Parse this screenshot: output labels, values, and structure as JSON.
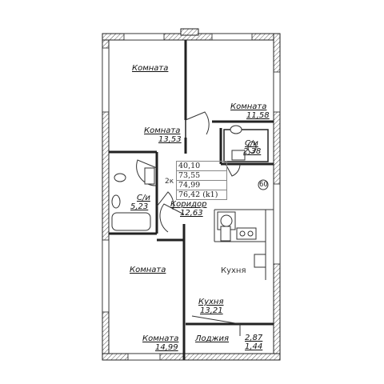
{
  "rooms": {
    "room_top_left": {
      "label": "Комната"
    },
    "room_top_left_area": {
      "label": "Комната",
      "area": "13,53"
    },
    "room_top_right": {
      "label": "Комната",
      "area": "11,58"
    },
    "bath_right": {
      "label": "С/и",
      "area": "2,38"
    },
    "bath_left": {
      "label": "С/и",
      "area": "5,23"
    },
    "corridor": {
      "label": "Коридор",
      "area": "12,63"
    },
    "room_bottom_left": {
      "label": "Комната"
    },
    "room_bottom_left_area": {
      "label": "Комната",
      "area": "14,99"
    },
    "kitchen_title": {
      "label": "Кухня"
    },
    "kitchen": {
      "label": "Кухня",
      "area": "13,21"
    },
    "loggia": {
      "label": "Лоджия",
      "area_full": "2,87",
      "area_reduced": "1,44"
    }
  },
  "summary": {
    "rooms_count": "2к",
    "lines": [
      "40,10",
      "73,55",
      "74,99",
      "76,42  (k1)"
    ]
  },
  "badge": "60"
}
